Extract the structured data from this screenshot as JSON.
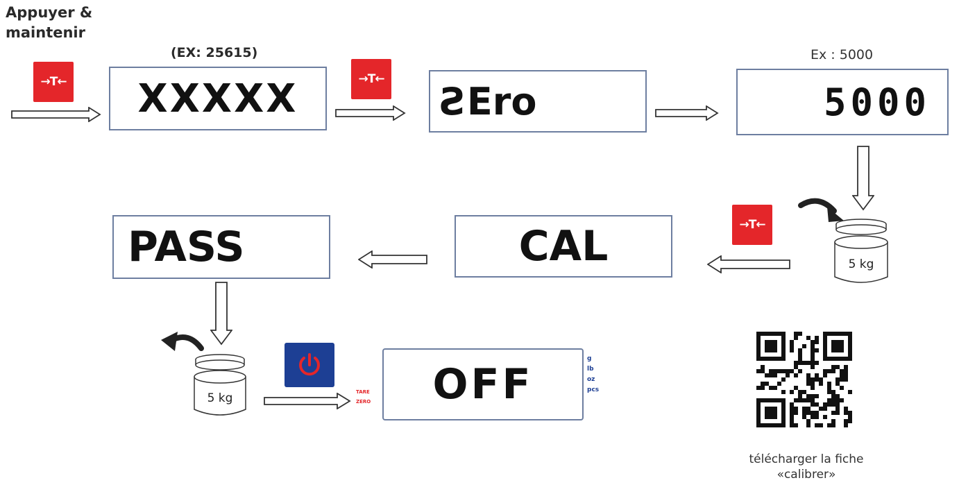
{
  "instructions": {
    "press_hold": "Appuyer &",
    "press_hold_2": "maintenir"
  },
  "step1": {
    "example": "(EX: 25615)",
    "display": "XXXXX"
  },
  "step2": {
    "display": "ƧEro"
  },
  "step3": {
    "example": "Ex : 5000",
    "display": "5000"
  },
  "step4": {
    "weight": "5 kg"
  },
  "step5": {
    "display": "CAL"
  },
  "step6": {
    "display": "PASS"
  },
  "step7": {
    "weight": "5 kg"
  },
  "step8": {
    "display": "OFF",
    "units": [
      "g",
      "lb",
      "oz",
      "pcs"
    ],
    "tare_label": "TARE",
    "zero_label": "ZERO"
  },
  "tare_button": {
    "label": "→T←"
  },
  "download": {
    "line1": "télécharger la fiche",
    "line2": "«calibrer»"
  },
  "colors": {
    "tare_red": "#e4262a",
    "power_blue": "#1d3f94",
    "lcd_border": "#6d7ea0"
  }
}
